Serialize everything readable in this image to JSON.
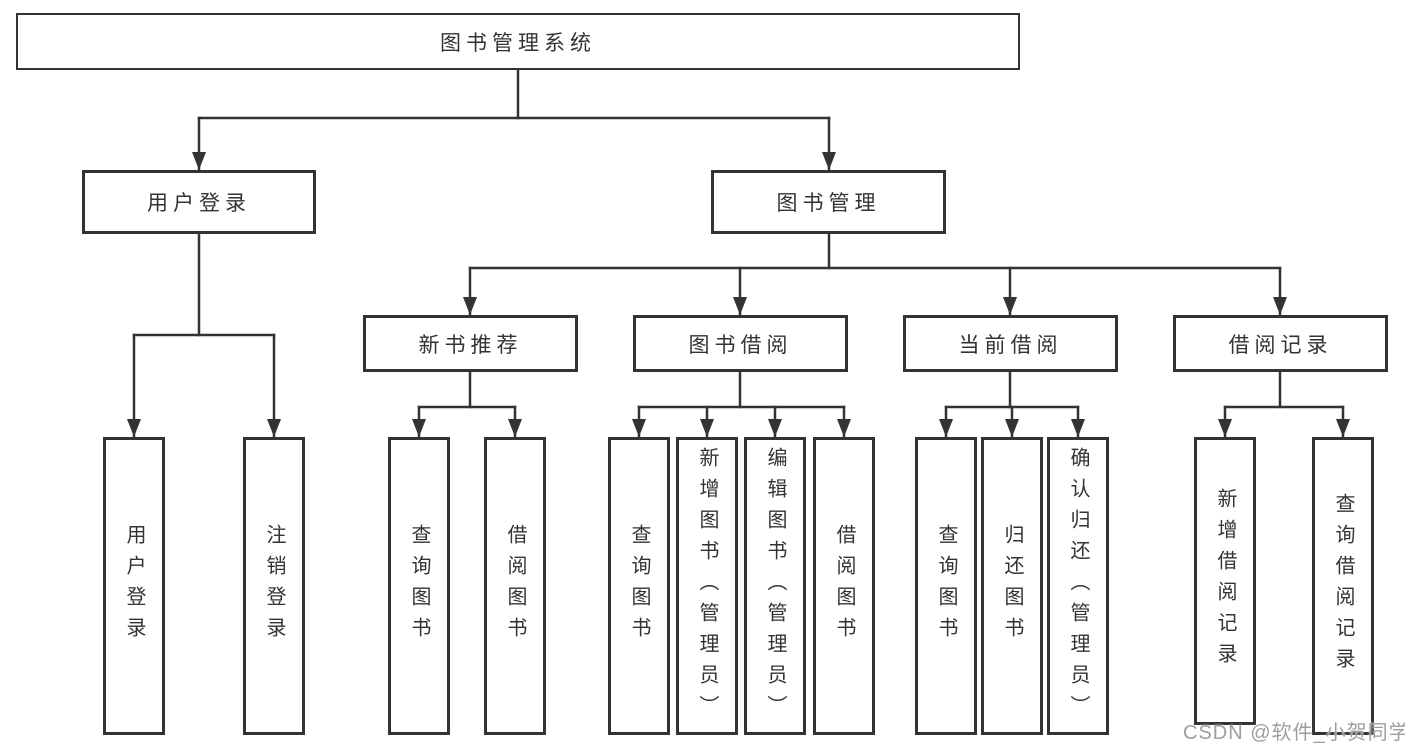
{
  "diagram": {
    "title": "图书管理系统",
    "level2": [
      {
        "label": "用户登录"
      },
      {
        "label": "图书管理"
      }
    ],
    "level3": [
      {
        "label": "新书推荐",
        "parent": "图书管理"
      },
      {
        "label": "图书借阅",
        "parent": "图书管理"
      },
      {
        "label": "当前借阅",
        "parent": "图书管理"
      },
      {
        "label": "借阅记录",
        "parent": "图书管理"
      }
    ],
    "leaves": [
      {
        "label": "用户登录",
        "parent": "用户登录"
      },
      {
        "label": "注销登录",
        "parent": "用户登录"
      },
      {
        "label": "查询图书",
        "parent": "新书推荐"
      },
      {
        "label": "借阅图书",
        "parent": "新书推荐"
      },
      {
        "label": "查询图书",
        "parent": "图书借阅"
      },
      {
        "label": "新增图书（管理员）",
        "parent": "图书借阅"
      },
      {
        "label": "编辑图书（管理员）",
        "parent": "图书借阅"
      },
      {
        "label": "借阅图书",
        "parent": "图书借阅"
      },
      {
        "label": "查询图书",
        "parent": "当前借阅"
      },
      {
        "label": "归还图书",
        "parent": "当前借阅"
      },
      {
        "label": "确认归还（管理员）",
        "parent": "当前借阅"
      },
      {
        "label": "新增借阅记录",
        "parent": "借阅记录"
      },
      {
        "label": "查询借阅记录",
        "parent": "借阅记录"
      }
    ],
    "watermark": "CSDN @软件_小贺同学",
    "colors": {
      "line": "#333333",
      "box_border": "#333333",
      "box_background": "#ffffff",
      "text": "#333333",
      "watermark": "#9e9e9e"
    }
  }
}
